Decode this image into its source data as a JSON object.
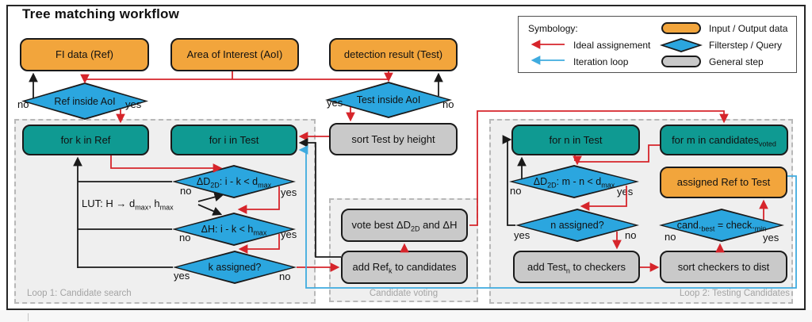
{
  "title": "Tree matching workflow",
  "colors": {
    "input_output_fill": "#f2a53c",
    "filterstep_fill": "#2ba6df",
    "general_step_fill": "#c9c9c9",
    "loop_header_fill": "#0f9a92",
    "ideal_assignment_arrow": "#d6252b",
    "iteration_loop_arrow": "#3fabdf",
    "flow_line": "#1a1a1a"
  },
  "legend": {
    "heading": "Symbology:",
    "ideal_label": "Ideal assignement",
    "iteration_label": "Iteration loop",
    "input_output_label": "Input / Output data",
    "filterstep_label": "Filterstep / Query",
    "general_label": "General step"
  },
  "sections": {
    "loop1": "Loop 1: Candidate search",
    "voting": "Candidate voting",
    "loop2": "Loop 2: Testing Candidates"
  },
  "nodes": {
    "fi_data": {
      "label": "FI data (Ref)"
    },
    "aoi": {
      "label": "Area of Interest (AoI)"
    },
    "detection": {
      "label": "detection result (Test)"
    },
    "ref_inside": {
      "label": "Ref inside AoI"
    },
    "test_inside": {
      "label": "Test inside AoI"
    },
    "for_k": {
      "label": "for k in Ref"
    },
    "for_i": {
      "label": "for i in Test"
    },
    "sort_test": {
      "label": "sort Test by height"
    },
    "lut": {
      "p1": "LUT: H → d",
      "s1": "max",
      "p2": ", h",
      "s2": "max"
    },
    "d2d_ik": {
      "p1": "ΔD",
      "s1": "2D",
      "p2": ": i - k < d",
      "s2": "max"
    },
    "dh_ik": {
      "p1": "ΔH: i - k < h",
      "s1": "max"
    },
    "k_assigned": {
      "label": "k assigned?"
    },
    "vote_best": {
      "p1": "vote best ΔD",
      "s1": "2D",
      "p2": " and ΔH"
    },
    "add_ref": {
      "p1": "add Ref",
      "s1": "k",
      "p2": " to candidates"
    },
    "for_n": {
      "label": "for n in Test"
    },
    "for_m": {
      "p1": "for m in candidates",
      "s1": "voted"
    },
    "d2d_mn": {
      "p1": "ΔD",
      "s1": "2D",
      "p2": ": m - n < d",
      "s2": "max"
    },
    "assigned": {
      "label": "assigned Ref to Test"
    },
    "n_assigned": {
      "label": "n assigned?"
    },
    "cand_check": {
      "p1": "cand.",
      "s1": "best",
      "p2": " = check.",
      "s2": "min"
    },
    "add_test": {
      "p1": "add Test",
      "s1": "n",
      "p2": " to checkers"
    },
    "sort_checkers": {
      "label": "sort checkers to dist"
    }
  },
  "branches": {
    "ref_no": "no",
    "ref_yes": "yes",
    "test_yes": "yes",
    "test_no": "no",
    "ik_no": "no",
    "ik_yes": "yes",
    "dh_no": "no",
    "dh_yes": "yes",
    "k_yes": "yes",
    "k_no": "no",
    "mn_no": "no",
    "mn_yes": "yes",
    "n_yes": "yes",
    "n_no": "no",
    "cand_no": "no",
    "cand_yes": "yes"
  }
}
